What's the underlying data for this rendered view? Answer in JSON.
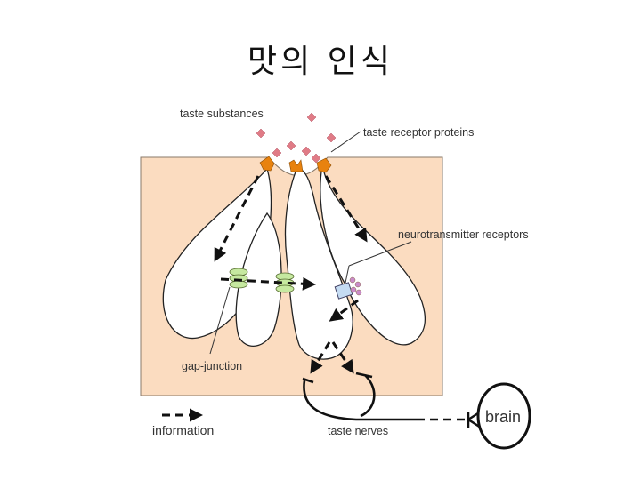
{
  "slide": {
    "title": "맛의 인식"
  },
  "diagram": {
    "labels": {
      "taste_substances": "taste substances",
      "taste_receptor_proteins": "taste receptor proteins",
      "neurotransmitter_receptors": "neurotransmitter receptors",
      "gap_junction": "gap-junction",
      "information": "information",
      "taste_nerves": "taste nerves",
      "brain": "brain"
    },
    "colors": {
      "tissue": "#fbdcc0",
      "cell_fill": "#ffffff",
      "receptor_protein": "#e8820e",
      "taste_substance": "#e07b86",
      "gap_junction": "#c6e9a0",
      "neurotransmitter_receptor": "#c5dcf3",
      "vesicle": "#c98bc9"
    }
  }
}
